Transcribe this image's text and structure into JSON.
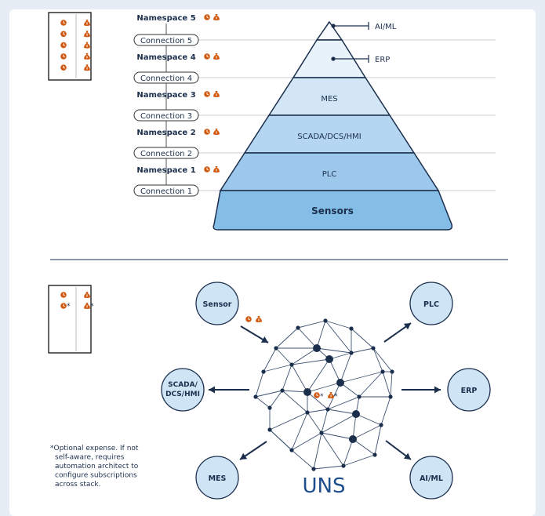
{
  "top_legend": {
    "rows": 5
  },
  "namespaces": [
    "Namespace 5",
    "Namespace 4",
    "Namespace 3",
    "Namespace 2",
    "Namespace 1"
  ],
  "connections": [
    "Connection 5",
    "Connection 4",
    "Connection 3",
    "Connection 2",
    "Connection 1"
  ],
  "pyramid_levels": [
    "Sensors",
    "PLC",
    "SCADA/DCS/HMI",
    "MES"
  ],
  "pyramid_callouts": [
    "AI/ML",
    "ERP"
  ],
  "uns": {
    "center_label": "UNS",
    "star_mark": "*",
    "nodes": {
      "sensor": "Sensor",
      "plc": "PLC",
      "scada": "SCADA/\nDCS/HMI",
      "erp": "ERP",
      "mes": "MES",
      "aiml": "AI/ML"
    }
  },
  "footnote": "*Optional expense. If not\nself-aware, requires\nautomation architect to\nconfigure subscriptions\nacross stack.",
  "colors": {
    "clock_icon": "#d05a12",
    "money_icon": "#d05a12",
    "pyramid_fill_light": "#e6f1fb",
    "pyramid_fill_dark": "#77b9e6",
    "node_fill": "#cfe5f5",
    "text_dark": "#1b2f4d",
    "uns_label": "#1f4e8c"
  }
}
